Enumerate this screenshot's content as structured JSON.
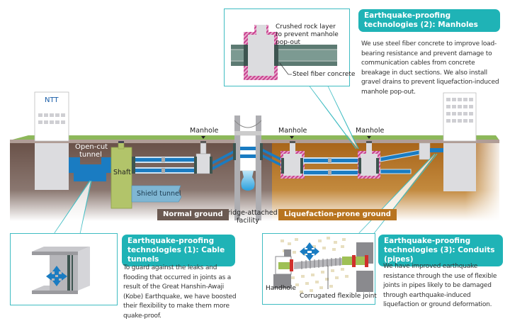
{
  "title": "Earthquake-proofing of underground communication facilities",
  "buildings": {
    "left_label": "NTT"
  },
  "labels": {
    "open_cut_tunnel_line1": "Open-cut",
    "open_cut_tunnel_line2": "tunnel",
    "shaft": "Shaft",
    "shield_tunnel": "Shield tunnel",
    "manhole_1": "Manhole",
    "manhole_2": "Manhole",
    "manhole_3": "Manhole",
    "bridge_line1": "Bridge-attached",
    "bridge_line2": "facility",
    "normal_ground": "Normal ground",
    "liquefaction_ground": "Liquefaction-prone ground"
  },
  "callouts": {
    "manholes": {
      "badge_line1": "Earthquake-proofing",
      "badge_line2": "technologies (2): Manholes",
      "text": "We use steel fiber concrete to improve load-bearing resistance and prevent damage to communication cables from concrete breakage in duct sections. We also install gravel drains to prevent liquefaction-induced manhole pop-out.",
      "inset_label_crushed_line1": "Crushed rock layer",
      "inset_label_crushed_line2": "to prevent manhole",
      "inset_label_crushed_line3": "pop-out",
      "inset_label_steel": "Steel fiber concrete"
    },
    "cable_tunnels": {
      "badge_line1": "Earthquake-proofing",
      "badge_line2": "technologies (1): Cable tunnels",
      "text": "To guard against the leaks and flooding that occurred in joints as a result of the Great Hanshin-Awaji (Kobe) Earthquake, we have boosted their flexibility to make them more quake-proof."
    },
    "conduits": {
      "badge_line1": "Earthquake-proofing",
      "badge_line2": "technologies (3): Conduits (pipes)",
      "text": "We have improved earthquake resistance through the use of flexible joints in pipes likely to be damaged through earthquake-induced liquefaction or ground deformation.",
      "inset_label_handhole": "Handhole",
      "inset_label_joint": "Corrugated flexible joint"
    }
  },
  "colors": {
    "accent_teal": "#1fb3b6",
    "pipe_blue": "#1a7cc2",
    "normal_ground": "#6b5a52",
    "liquefaction_ground": "#b8741f",
    "grass": "#8db85a",
    "shaft_green": "#b2c46a",
    "hatch_magenta": "#c8438f"
  }
}
